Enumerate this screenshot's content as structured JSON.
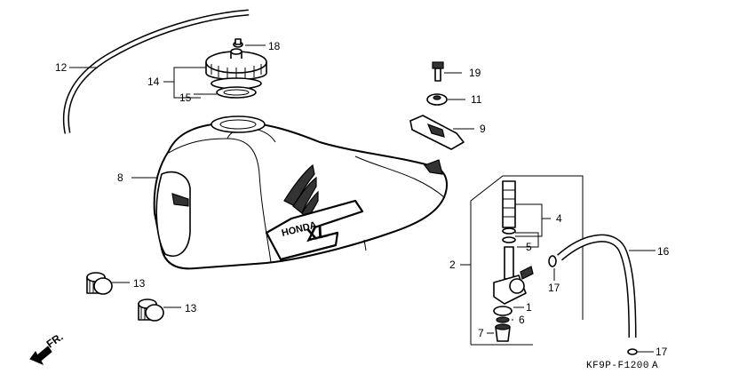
{
  "diagram": {
    "code": "KF9P-F1200",
    "code_suffix": "A",
    "front_label": "FR.",
    "tank_brand": "HONDA",
    "tank_model": "XL",
    "callouts": {
      "c18": "18",
      "c12": "12",
      "c14": "14",
      "c15": "15",
      "c19": "19",
      "c11": "11",
      "c9": "9",
      "c8": "8",
      "c4": "4",
      "c5": "5",
      "c2": "2",
      "c1": "1",
      "c6": "6",
      "c7": "7",
      "c16": "16",
      "c17a": "17",
      "c17b": "17",
      "c13a": "13",
      "c13b": "13"
    }
  }
}
